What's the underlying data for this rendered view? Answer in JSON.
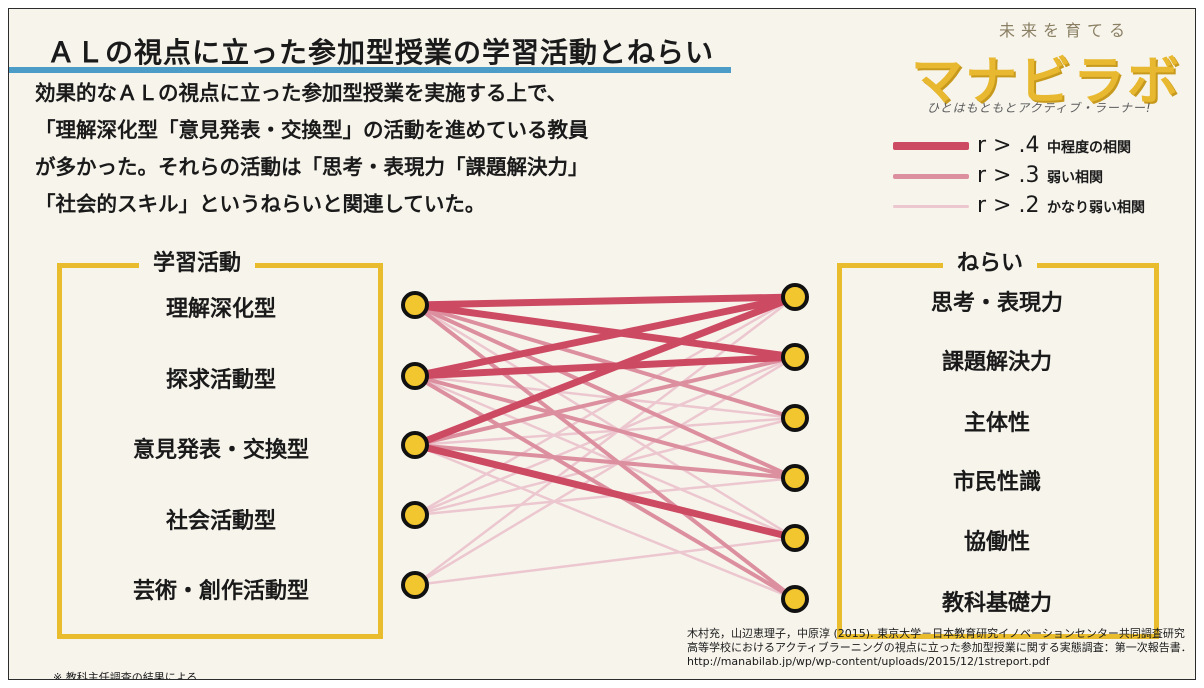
{
  "title": "ＡＬの視点に立った参加型授業の学習活動とねらい",
  "summary": [
    "効果的なＡＬの視点に立った参加型授業を実施する上で、",
    "「理解深化型「意見発表・交換型」の活動を進めている教員",
    "が多かった。それらの活動は「思考・表現力「課題解決力」",
    "「社会的スキル」というねらいと関連していた。"
  ],
  "logo": {
    "tagline_top": "未来を育てる",
    "name": "マナビラボ",
    "tagline_bottom": "ひとはもともとアクティブ・ラーナー!"
  },
  "legend": [
    {
      "label": "r > .4",
      "desc": "中程度の相関",
      "color": "#cd4a63",
      "width": 8
    },
    {
      "label": "r > .3",
      "desc": "弱い相関",
      "color": "#dc8f9f",
      "width": 5
    },
    {
      "label": "r > .2",
      "desc": "かなり弱い相関",
      "color": "#ecc7cf",
      "width": 3
    }
  ],
  "activities_title": "学習活動",
  "aims_title": "ねらい",
  "activities": [
    "理解深化型",
    "探求活動型",
    "意見発表・交換型",
    "社会活動型",
    "芸術・創作活動型"
  ],
  "aims": [
    "思考・表現力",
    "課題解決力",
    "主体性",
    "市民性識",
    "協働性",
    "教科基礎力"
  ],
  "links": [
    {
      "from": 0,
      "to": 0,
      "strength": 1
    },
    {
      "from": 0,
      "to": 1,
      "strength": 1
    },
    {
      "from": 0,
      "to": 2,
      "strength": 2
    },
    {
      "from": 0,
      "to": 3,
      "strength": 2
    },
    {
      "from": 0,
      "to": 4,
      "strength": 3
    },
    {
      "from": 0,
      "to": 5,
      "strength": 2
    },
    {
      "from": 1,
      "to": 0,
      "strength": 1
    },
    {
      "from": 1,
      "to": 1,
      "strength": 1
    },
    {
      "from": 1,
      "to": 2,
      "strength": 3
    },
    {
      "from": 1,
      "to": 3,
      "strength": 2
    },
    {
      "from": 1,
      "to": 4,
      "strength": 3
    },
    {
      "from": 1,
      "to": 5,
      "strength": 2
    },
    {
      "from": 2,
      "to": 0,
      "strength": 1
    },
    {
      "from": 2,
      "to": 1,
      "strength": 2
    },
    {
      "from": 2,
      "to": 2,
      "strength": 3
    },
    {
      "from": 2,
      "to": 3,
      "strength": 2
    },
    {
      "from": 2,
      "to": 4,
      "strength": 1
    },
    {
      "from": 2,
      "to": 5,
      "strength": 3
    },
    {
      "from": 3,
      "to": 0,
      "strength": 3
    },
    {
      "from": 3,
      "to": 1,
      "strength": 3
    },
    {
      "from": 3,
      "to": 2,
      "strength": 3
    },
    {
      "from": 3,
      "to": 3,
      "strength": 3
    },
    {
      "from": 4,
      "to": 0,
      "strength": 3
    },
    {
      "from": 4,
      "to": 1,
      "strength": 3
    },
    {
      "from": 4,
      "to": 4,
      "strength": 3
    }
  ],
  "colors": {
    "node_fill": "#f2c62e",
    "node_stroke": "#111111",
    "box": "#e8bc2c"
  },
  "note": "※ 教科主任調査の結果による",
  "citation": [
    "木村充，山辺恵理子，中原淳 (2015). 東京大学－日本教育研究イノベーションセンター共同調査研究",
    "高等学校におけるアクティブラーニングの視点に立った参加型授業に関する実態調査：第一次報告書．",
    "http://manabilab.jp/wp/wp-content/uploads/2015/12/1streport.pdf"
  ]
}
